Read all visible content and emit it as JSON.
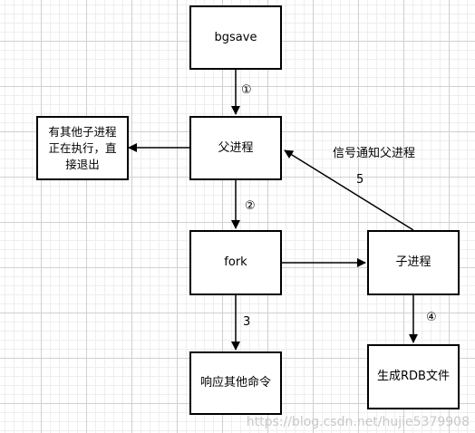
{
  "nodes": {
    "bgsave": "bgsave",
    "parent": "父进程",
    "other_child": "有其他子进程正在执行，直接退出",
    "fork": "fork",
    "child": "子进程",
    "respond": "响应其他命令",
    "rdb": "生成RDB文件"
  },
  "edges": {
    "step1": "①",
    "step2": "②",
    "step3": "3",
    "step4": "④",
    "step5": "5",
    "signal": "信号通知父进程"
  },
  "watermark": "https://blog.csdn.net/hujie5379908"
}
